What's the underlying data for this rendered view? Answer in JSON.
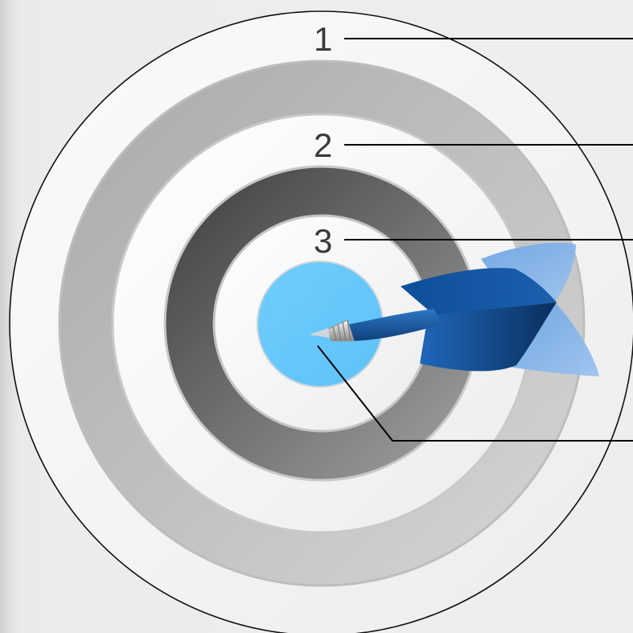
{
  "labels": {
    "ring_1": "1",
    "ring_2": "2",
    "ring_3": "3"
  },
  "colors": {
    "background": "#ececec",
    "outer_ring": "#f4f4f4",
    "ring_light_gray": "#c4c4c4",
    "ring_dark_gray": "#6a6a6a",
    "bullseye": "#66c8fb",
    "dart_blue": "#1f5fa8",
    "dart_flight_light": "#7fb0e6",
    "leader_line": "#000000"
  },
  "icons": {
    "dart": "dart-icon",
    "target": "target-icon"
  }
}
